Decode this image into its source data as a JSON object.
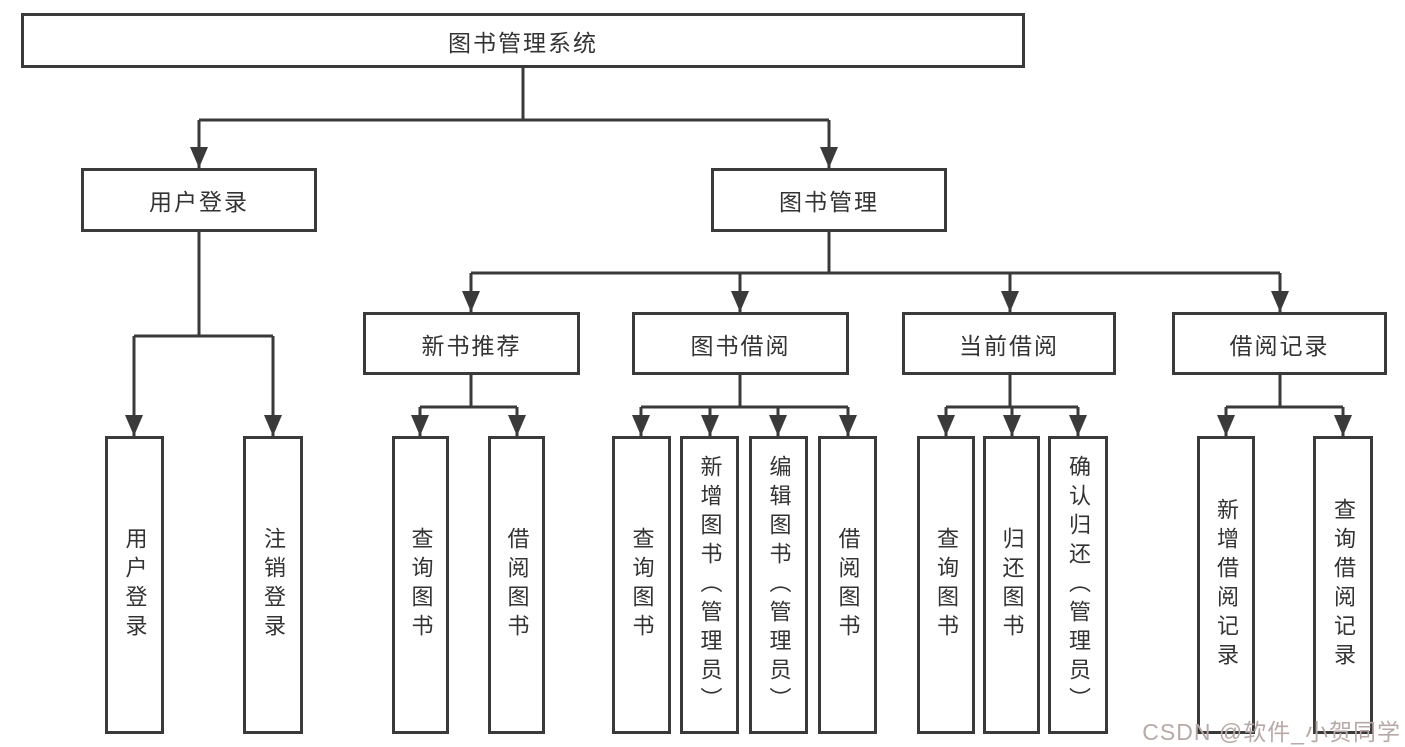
{
  "tree": {
    "label": "图书管理系统",
    "children": [
      {
        "label": "用户登录",
        "children": [
          {
            "label": "用户登录"
          },
          {
            "label": "注销登录"
          }
        ]
      },
      {
        "label": "图书管理",
        "children": [
          {
            "label": "新书推荐",
            "children": [
              {
                "label": "查询图书"
              },
              {
                "label": "借阅图书"
              }
            ]
          },
          {
            "label": "图书借阅",
            "children": [
              {
                "label": "查询图书"
              },
              {
                "label": "新增图书（管理员）"
              },
              {
                "label": "编辑图书（管理员）"
              },
              {
                "label": "借阅图书"
              }
            ]
          },
          {
            "label": "当前借阅",
            "children": [
              {
                "label": "查询图书"
              },
              {
                "label": "归还图书"
              },
              {
                "label": "确认归还（管理员）"
              }
            ]
          },
          {
            "label": "借阅记录",
            "children": [
              {
                "label": "新增借阅记录"
              },
              {
                "label": "查询借阅记录"
              }
            ]
          }
        ]
      }
    ]
  },
  "watermark": {
    "text": "CSDN @软件_小贺同学",
    "color": "#b7a9a9"
  },
  "colors": {
    "line": "#3a3a3a",
    "text": "#333333",
    "background": "#ffffff"
  }
}
